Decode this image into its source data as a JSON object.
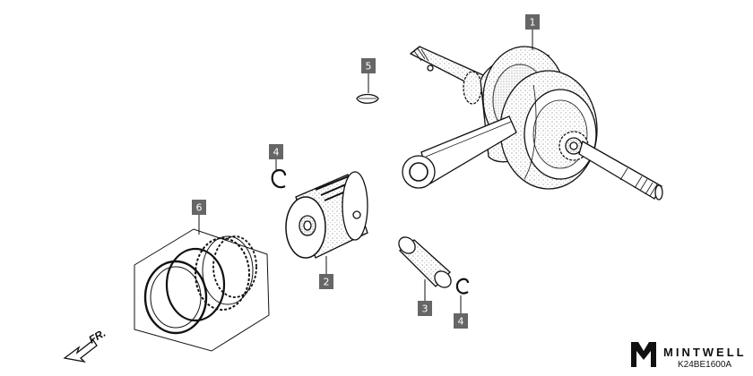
{
  "diagram": {
    "callouts": [
      {
        "id": "crankshaft",
        "label": "1"
      },
      {
        "id": "piston",
        "label": "2"
      },
      {
        "id": "piston-pin",
        "label": "3"
      },
      {
        "id": "clip-left",
        "label": "4"
      },
      {
        "id": "clip-right",
        "label": "4"
      },
      {
        "id": "woodruff-key",
        "label": "5"
      },
      {
        "id": "piston-ring-set",
        "label": "6"
      }
    ],
    "direction_label": "FR.",
    "brand": "MINTWELL",
    "part_code": "K24BE1600A"
  },
  "colors": {
    "callout_box": "#666666",
    "line": "#111111",
    "stipple": "#9a9a9a"
  }
}
